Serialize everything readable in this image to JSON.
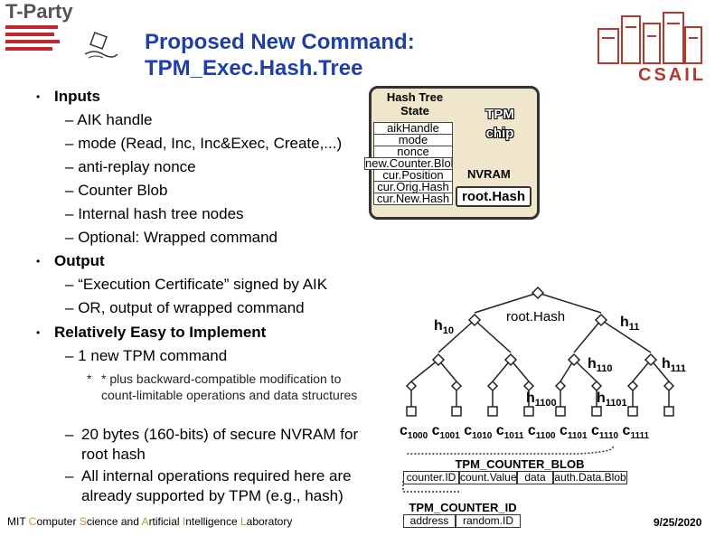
{
  "header": {
    "logo_text": "T-Party",
    "title_line1": "Proposed New Command:",
    "title_line2": "TPM_Exec.Hash.Tree",
    "csail_text": "CSAIL"
  },
  "bullets": {
    "inputs_label": "Inputs",
    "inputs": [
      "AIK handle",
      "mode (Read, Inc, Inc&Exec, Create,...)",
      "anti-replay nonce",
      "Counter Blob",
      "Internal hash tree nodes",
      "Optional: Wrapped command"
    ],
    "output_label": "Output",
    "outputs": [
      "“Execution Certificate” signed by AIK",
      "OR, output of wrapped command"
    ],
    "easy_label": "Relatively Easy to Implement",
    "easy_items": [
      "1 new TPM command"
    ],
    "note": "* plus backward-compatible modification to count-limitable operations and data structures",
    "extra_items": [
      "20 bytes (160-bits) of secure NVRAM for root hash",
      "All internal operations required here are already supported by TPM (e.g., hash)"
    ]
  },
  "hash_tree_box": {
    "title": "Hash Tree",
    "state": "State",
    "fields": [
      "aikHandle",
      "mode",
      "nonce",
      "new.Counter.Blob",
      "cur.Position",
      "cur.Orig.Hash",
      "cur.New.Hash"
    ],
    "tpm_label_1": "TPM",
    "tpm_label_2": "chip",
    "nvram_label": "NVRAM",
    "root_hash": "root.Hash"
  },
  "tree": {
    "root": "root.Hash",
    "h10": "10",
    "h11": "11",
    "h110": "110",
    "h111": "111",
    "h1100": "1100",
    "h1101": "1101",
    "leaves": [
      "1000",
      "1001",
      "1010",
      "1011",
      "1100",
      "1101",
      "1110",
      "1111"
    ]
  },
  "counter_blob": {
    "title": "TPM_COUNTER_BLOB",
    "fields": [
      "counter.ID",
      "count.Value",
      "data",
      "auth.Data.Blob"
    ]
  },
  "counter_id": {
    "title": "TPM_COUNTER_ID",
    "fields": [
      "address",
      "random.ID"
    ]
  },
  "footer": {
    "text_parts": [
      "MIT ",
      "C",
      "omputer ",
      "S",
      "cience and ",
      "A",
      "rtificial ",
      "I",
      "ntelligence ",
      "L",
      "aboratory"
    ],
    "date": "9/25/2020"
  }
}
